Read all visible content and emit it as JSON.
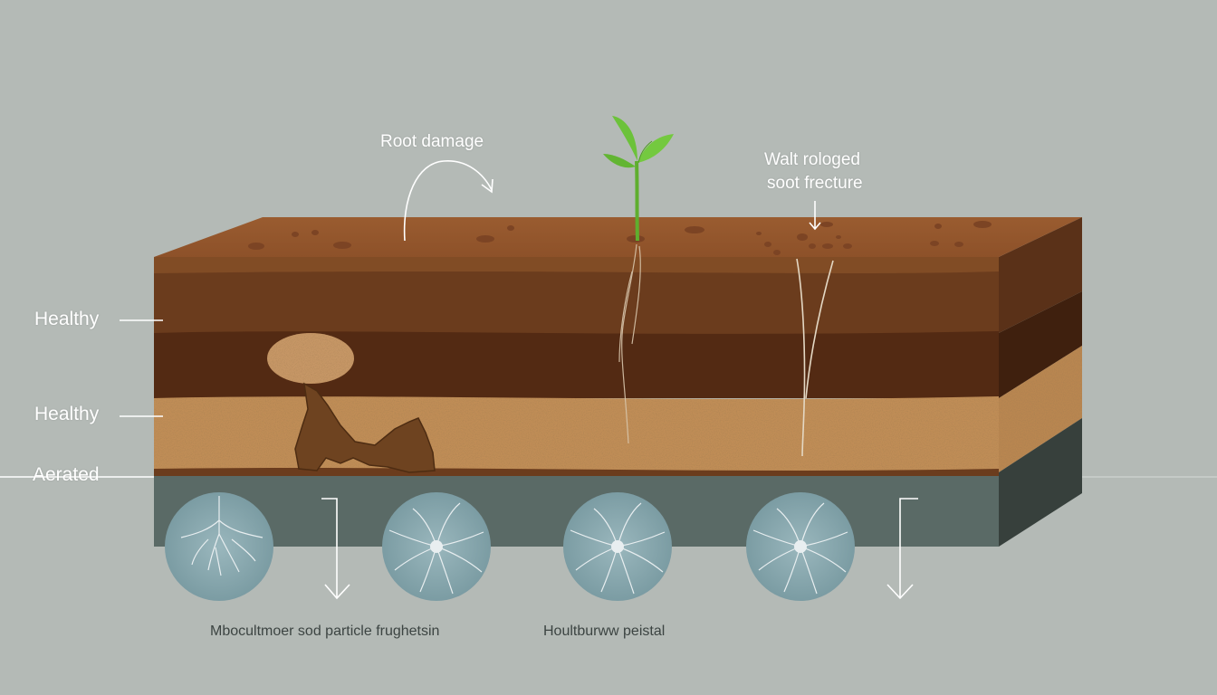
{
  "labels": {
    "root_damage": "Root damage",
    "top_right_line1": "Walt rologed",
    "top_right_line2": "soot frecture",
    "side_upper": "Healthy",
    "side_middle": "Healthy",
    "side_lower": "Aerated",
    "bottom_left": "Mbocultmoer sod particle frughetsin",
    "bottom_center": "Houltburww peistal"
  },
  "colors": {
    "background": "#b4bab6",
    "topsoil_surface": "#95592e",
    "layer_upper": "#6b3c1d",
    "layer_middle": "#532a13",
    "layer_sandy": "#c08d56",
    "bedrock": "#5a6a66",
    "leaf": "#6cc23a",
    "label_text": "#ffffff",
    "caption_text": "#3c4442"
  },
  "icons": [
    "seedling-icon",
    "curved-arrow-icon",
    "down-arrow-icon",
    "root-network-icon"
  ]
}
